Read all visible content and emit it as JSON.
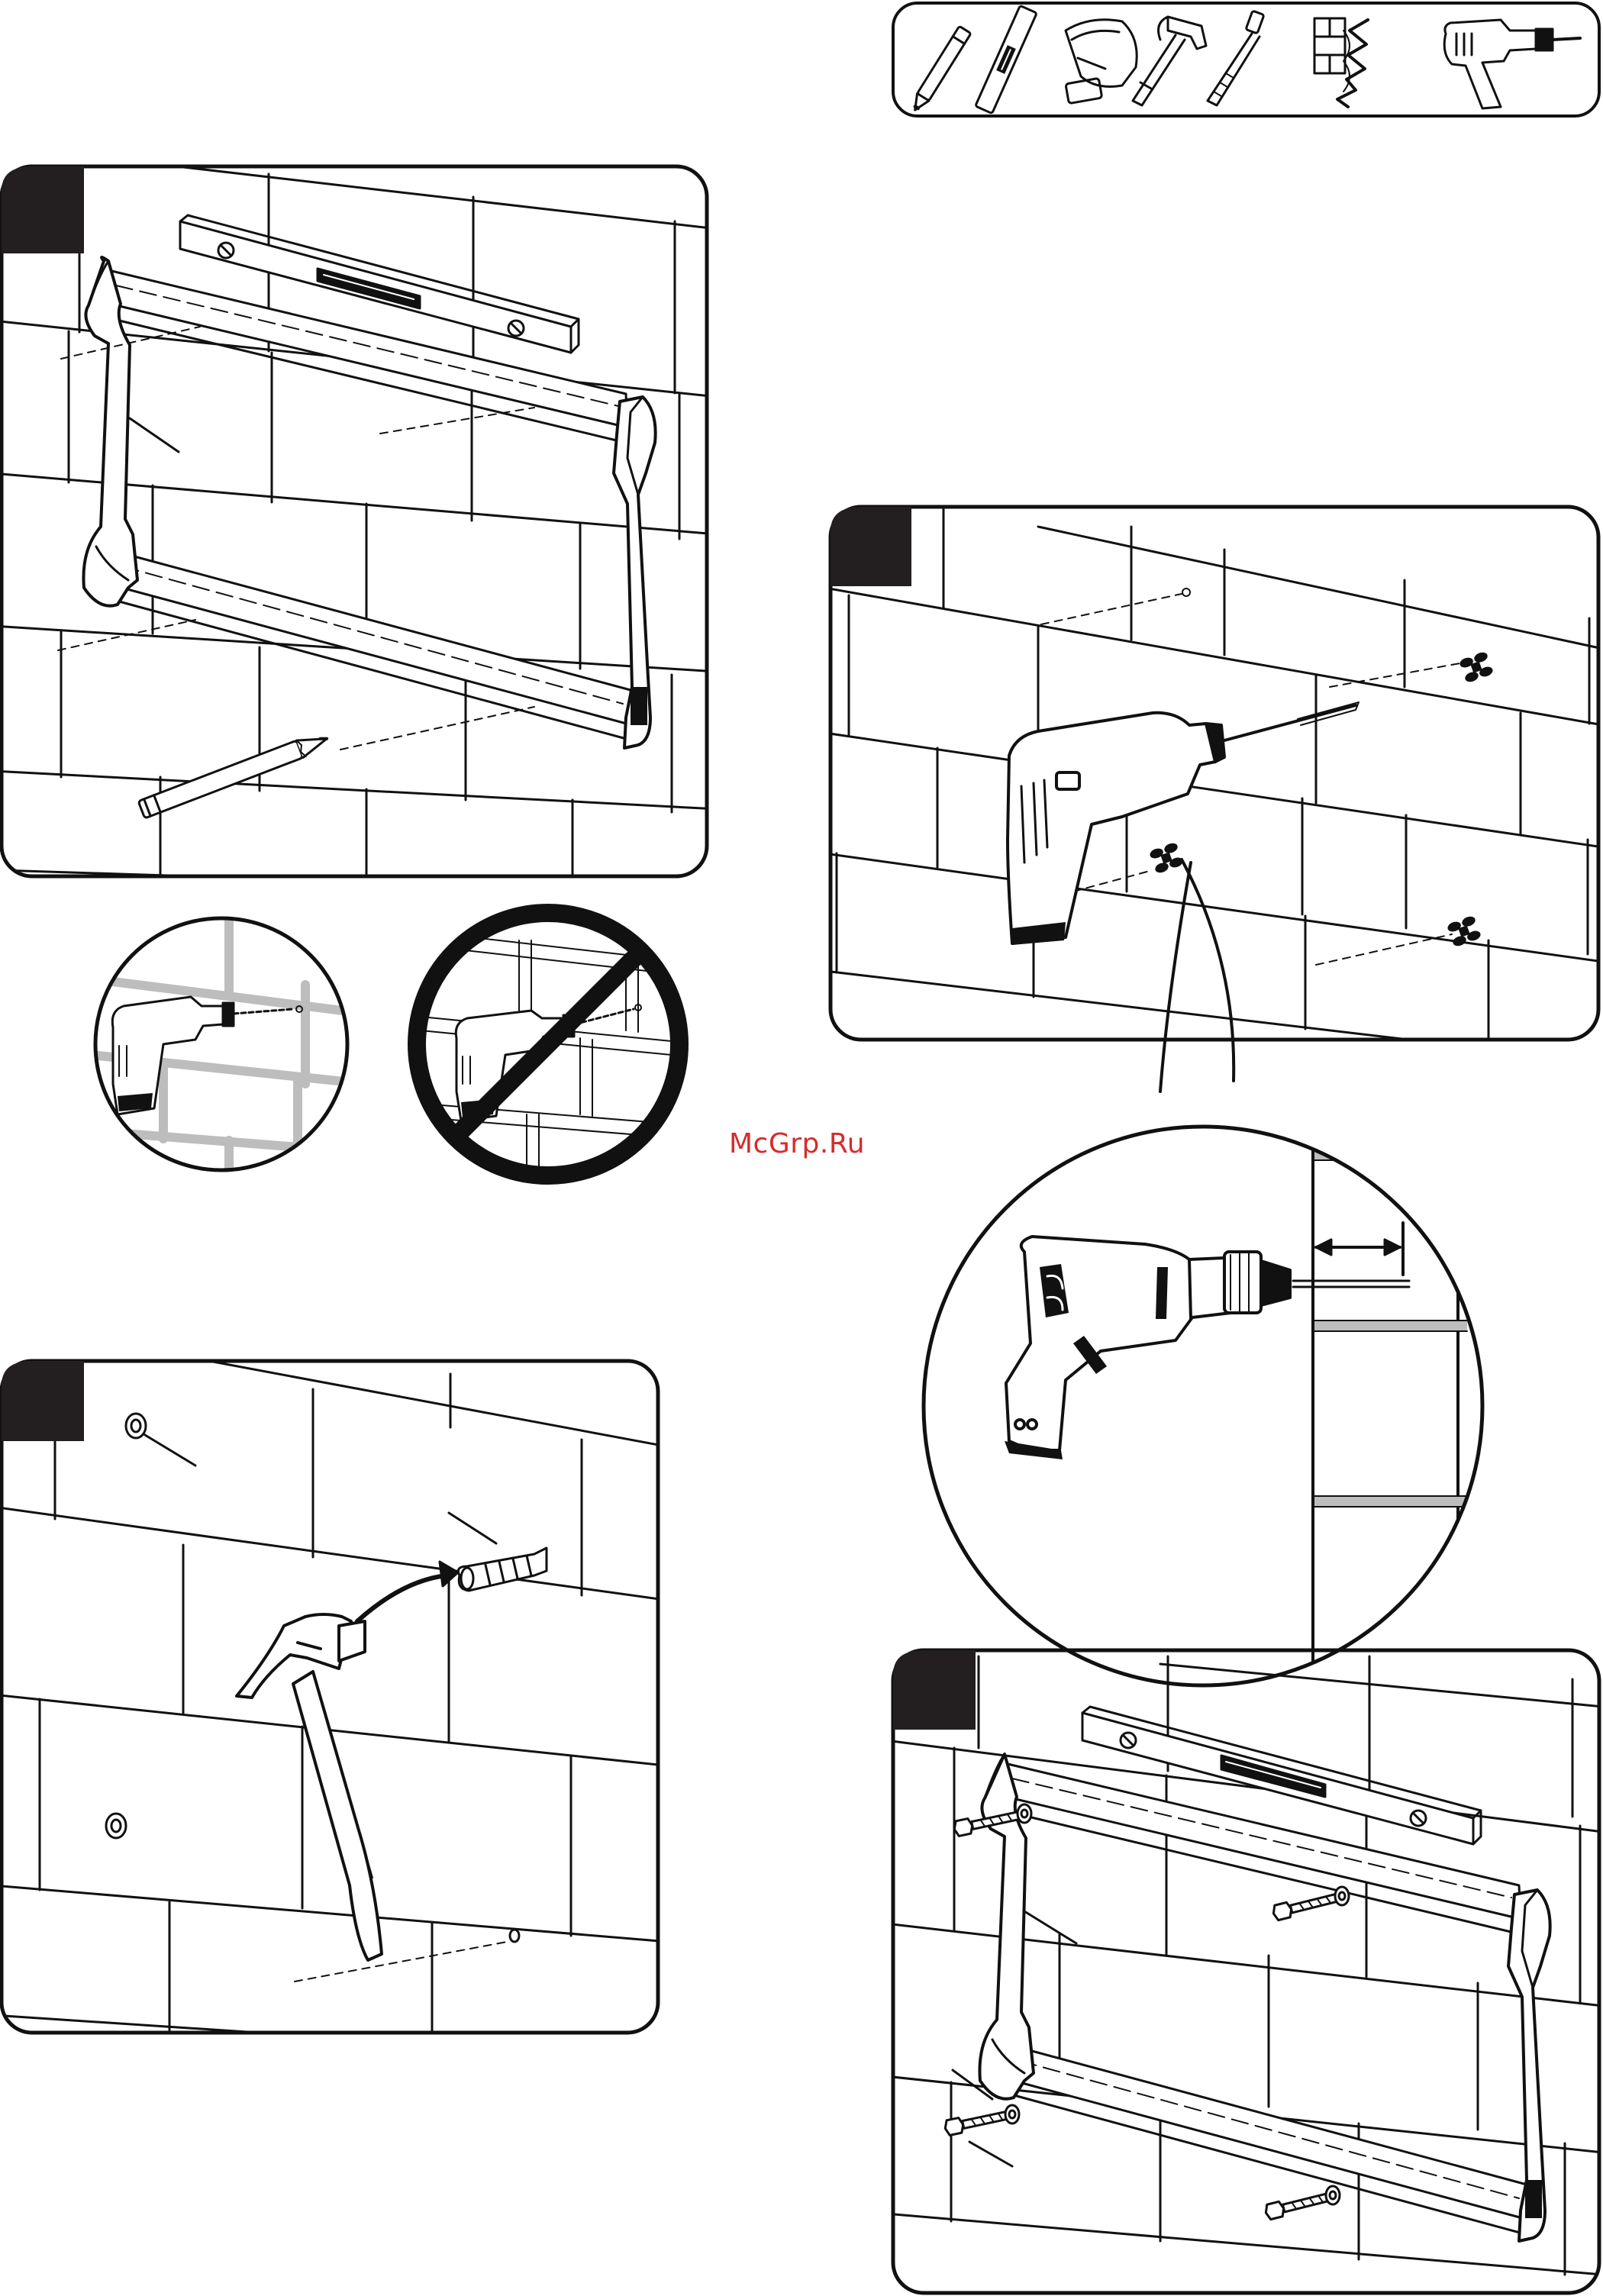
{
  "watermark": {
    "text": "McGrp.Ru",
    "color": "#d62b2b"
  },
  "tools": [
    "pencil-icon",
    "level-icon",
    "tape-measure-icon",
    "hammer-icon",
    "socket-wrench-icon",
    "masonry-drill-bit-icon",
    "power-drill-icon"
  ],
  "steps": [
    {
      "id": "mark-holes",
      "icons": [
        "wall-bracket-icon",
        "level-icon",
        "pencil-icon"
      ]
    },
    {
      "id": "drill-correct",
      "icons": [
        "drill-icon"
      ]
    },
    {
      "id": "drill-wrong",
      "icons": [
        "drill-icon",
        "prohibited-icon"
      ]
    },
    {
      "id": "drill-holes",
      "icons": [
        "drill-icon",
        "drill-hole-mark-icon"
      ]
    },
    {
      "id": "drill-depth-detail",
      "icons": [
        "drill-icon",
        "depth-arrow-icon"
      ]
    },
    {
      "id": "insert-anchors",
      "icons": [
        "hammer-icon",
        "wall-anchor-icon"
      ]
    },
    {
      "id": "attach-bracket",
      "icons": [
        "wall-bracket-icon",
        "lag-bolt-icon",
        "washer-icon",
        "level-icon"
      ]
    }
  ],
  "colors": {
    "line": "#111111",
    "step_tab": "#231f20",
    "mortar_light": "#bdbdbd"
  }
}
